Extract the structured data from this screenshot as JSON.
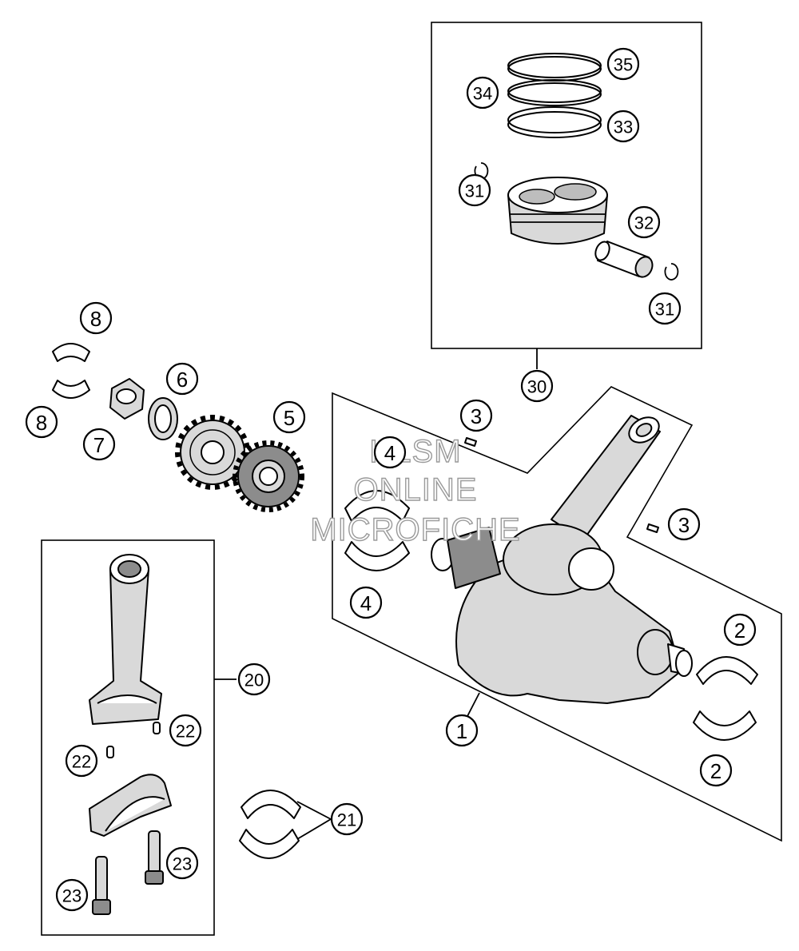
{
  "watermark": {
    "line1": "HLSM",
    "line2": "ONLINE",
    "line3": "MICROFICHE"
  },
  "callouts": {
    "c1": "1",
    "c2a": "2",
    "c2b": "2",
    "c3a": "3",
    "c3b": "3",
    "c4a": "4",
    "c4b": "4",
    "c5": "5",
    "c6": "6",
    "c7": "7",
    "c8a": "8",
    "c8b": "8",
    "c20": "20",
    "c21": "21",
    "c22a": "22",
    "c22b": "22",
    "c23a": "23",
    "c23b": "23",
    "c30": "30",
    "c31a": "31",
    "c31b": "31",
    "c32": "32",
    "c33": "33",
    "c34": "34",
    "c35": "35"
  }
}
